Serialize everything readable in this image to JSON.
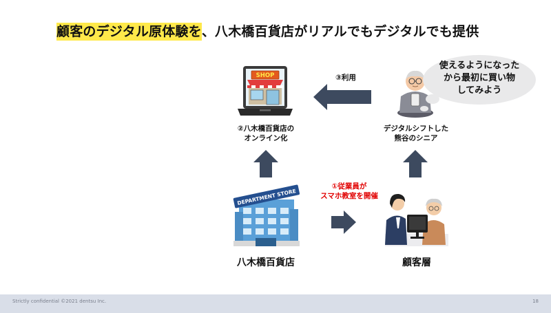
{
  "title": {
    "highlight": "顧客のデジタル原体験を",
    "rest": "、八木橋百貨店がリアルでもデジタルでも提供"
  },
  "diagram": {
    "shop_sign": "SHOP",
    "online_label": "②八木橋百貨店の\nオンライン化",
    "use_label": "③利用",
    "senior_label": "デジタルシフトした\n熊谷のシニア",
    "bubble": "使えるようになった\nから最初に買い物\nしてみよう",
    "staff_label": "①従業員が\nスマホ教室を開催",
    "store_label": "八木橋百貨店",
    "building_sign": "DEPARTMENT STORE",
    "customer_label": "顧客層"
  },
  "colors": {
    "arrow": "#3d4a5f",
    "highlight": "#ffe94a",
    "red": "#e10000",
    "footer_bg": "#d9dee8"
  },
  "footer": {
    "left": "Strictly confidential ©2021 dentsu Inc.",
    "page": "18"
  }
}
